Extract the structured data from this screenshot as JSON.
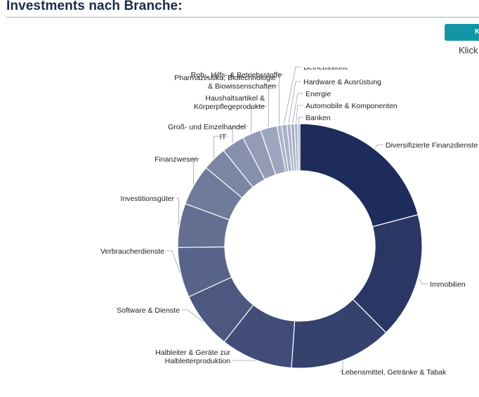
{
  "header": {
    "title": "Investments nach Branche:"
  },
  "controls": {
    "button_label": "K",
    "hint": "Klick"
  },
  "colors": {
    "title": "#1a2b4c",
    "button": "#1496a6",
    "slice_dark": "#1e2c5c",
    "slice_light": "#aab1c8"
  },
  "chart_data": {
    "type": "pie",
    "donut": true,
    "legend": "none",
    "unit": "%",
    "categories": [
      "Diversifizierte Finanzdienste",
      "Immobilien",
      "Lebensmittel, Getränke & Tabak",
      "Halbleiter & Geräte zur Halbleiterproduktion",
      "Software & Dienste",
      "Verbraucherdienste",
      "Investitionsgüter",
      "Finanzwesen",
      "IT",
      "Groß- und Einzelhandel",
      "Haushaltsartikel & Körperpflegeprodukte",
      "Pharmazeutika, Biotechnologie & Biowissenschaften",
      "Roh-, Hilfs- & Betriebsstoffe",
      "Betriebsstoffe",
      "Hardware & Ausrüstung",
      "Energie",
      "Automobile & Komponenten",
      "Banken"
    ],
    "label_lines": [
      [
        "Diversifizierte Finanzdienste"
      ],
      [
        "Immobilien"
      ],
      [
        "Lebensmittel, Getränke & Tabak"
      ],
      [
        "Halbleiter & Geräte zur",
        "Halbleiterproduktion"
      ],
      [
        "Software & Dienste"
      ],
      [
        "Verbraucherdienste"
      ],
      [
        "Investitionsgüter"
      ],
      [
        "Finanzwesen"
      ],
      [
        "IT"
      ],
      [
        "Groß- und Einzelhandel"
      ],
      [
        "Haushaltsartikel &",
        "Körperpflegeprodukte"
      ],
      [
        "Pharmazeutika, Biotechnologie",
        "& Biowissenschaften"
      ],
      [
        "Roh-, Hilfs- & Betriebsstoffe"
      ],
      [
        "Betriebsstoffe"
      ],
      [
        "Hardware & Ausrüstung"
      ],
      [
        "Energie"
      ],
      [
        "Automobile & Komponenten"
      ],
      [
        "Banken"
      ]
    ],
    "values": [
      20.8,
      16.6,
      13.5,
      9.5,
      7.5,
      6.6,
      5.8,
      5.4,
      3.2,
      3.0,
      2.5,
      2.2,
      0.6,
      0.7,
      0.5,
      0.5,
      0.4,
      0.3
    ]
  }
}
